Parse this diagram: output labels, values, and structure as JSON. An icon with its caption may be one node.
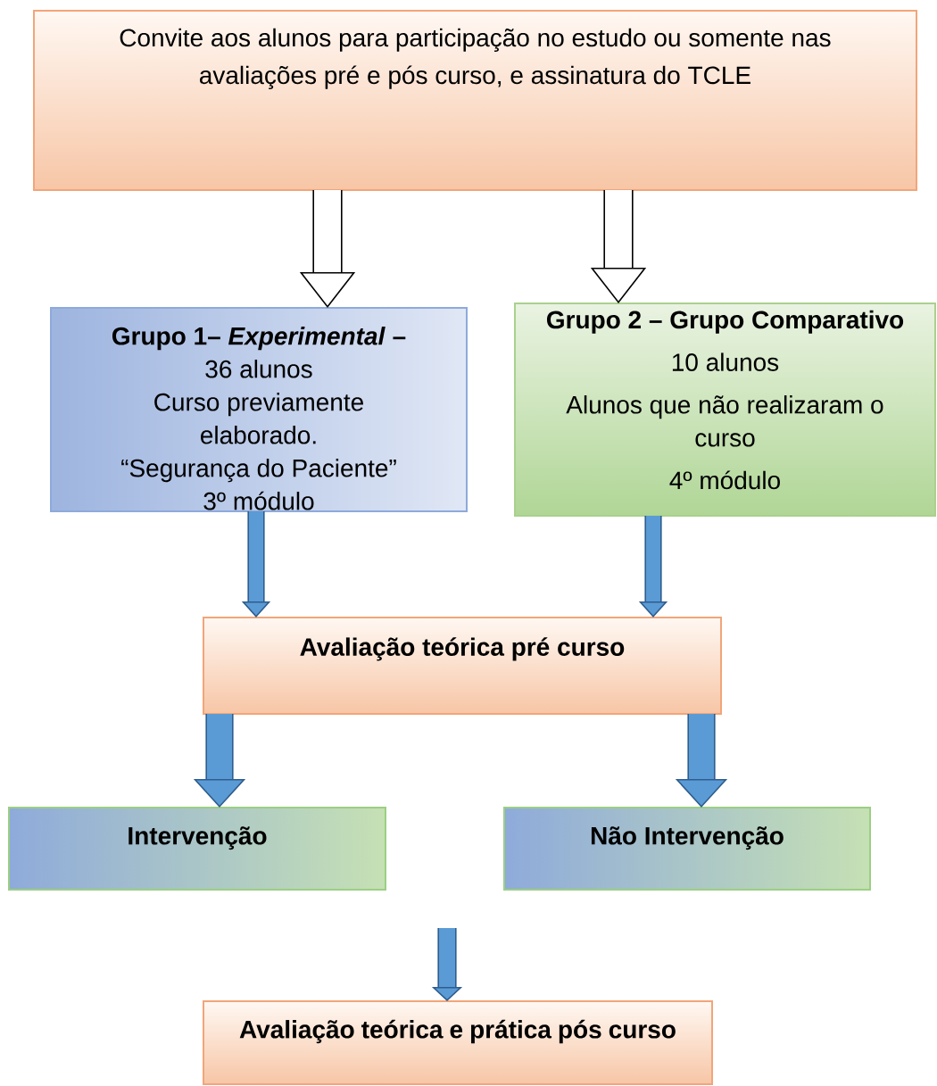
{
  "diagram": {
    "nodes": [
      {
        "text": [
          "Convite aos alunos para participação no estudo ou somente nas avaliações pré e pós curso, e assinatura do TCLE"
        ]
      },
      {
        "text": [
          "Grupo 1– *Experimental* –",
          "36 alunos",
          "Curso previamente elaborado.",
          "“Segurança do Paciente”",
          "3º módulo"
        ]
      },
      {
        "text": [
          "Grupo 2 – Grupo  Comparativo",
          "10 alunos",
          "Alunos que não realizaram o curso",
          "4º módulo"
        ]
      },
      {
        "text": [
          "Avaliação teórica pré curso"
        ]
      },
      {
        "text": [
          "Intervenção"
        ]
      },
      {
        "text": [
          "Não Intervenção"
        ]
      },
      {
        "text": [
          "Avaliação teórica e prática pós curso"
        ]
      }
    ],
    "edges": [
      {
        "from": 0,
        "to": 1,
        "arrow": "to",
        "color": "#000000"
      },
      {
        "from": 0,
        "to": 2,
        "arrow": "to",
        "color": "#000000"
      },
      {
        "from": 1,
        "to": 3,
        "arrow": "to"
      },
      {
        "from": 2,
        "to": 3,
        "arrow": "to"
      },
      {
        "from": 3,
        "to": 4,
        "arrow": "to"
      },
      {
        "from": 3,
        "to": 5,
        "arrow": "to"
      },
      {
        "from": null,
        "to": 6,
        "arrow": "to"
      }
    ]
  }
}
